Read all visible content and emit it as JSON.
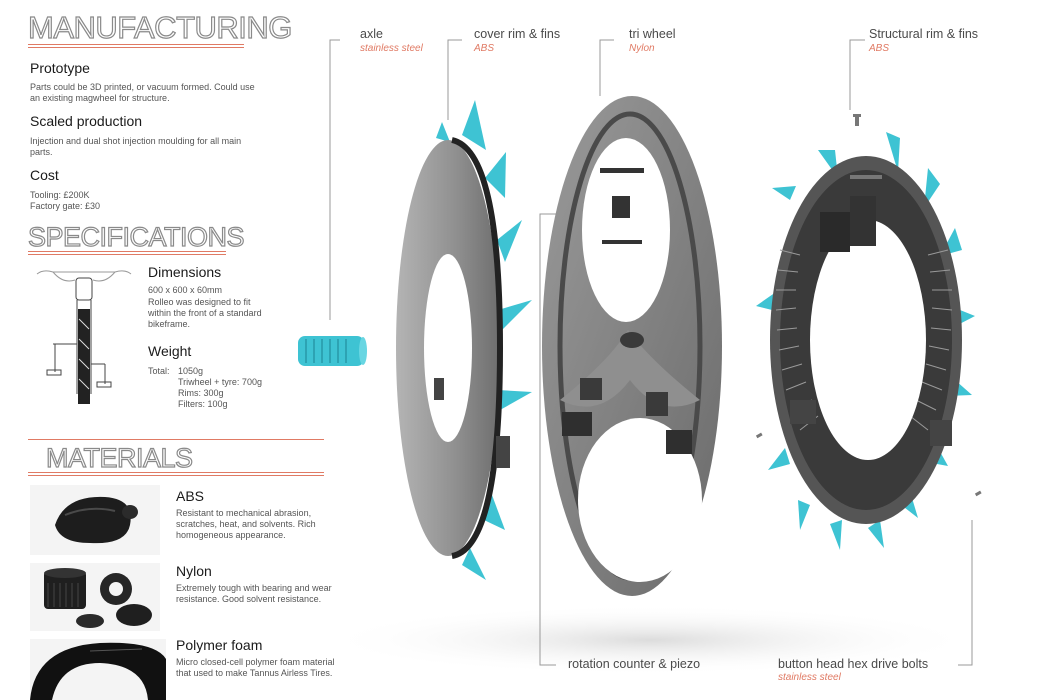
{
  "manufacturing": {
    "title": "MANUFACTURING",
    "prototype_heading": "Prototype",
    "prototype_text": "Parts could be 3D printed, or vacuum formed. Could use an existing magwheel for structure.",
    "scaled_heading": "Scaled production",
    "scaled_text": "Injection and dual shot injection moulding for all main parts.",
    "cost_heading": "Cost",
    "tooling": "Tooling: £200K",
    "factory_gate": "Factory gate: £30"
  },
  "specifications": {
    "title": "SPECIFICATIONS",
    "dimensions_heading": "Dimensions",
    "dimensions_value": "600 x 600 x 60mm",
    "dimensions_text": "Rolleo was designed to fit within the front of a standard bikeframe.",
    "weight_heading": "Weight",
    "total_label": "Total:",
    "weights": [
      "1050g",
      "Triwheel + tyre: 700g",
      "Rims: 300g",
      "Filters: 100g"
    ]
  },
  "materials": {
    "title": "MATERIALS",
    "items": [
      {
        "name": "ABS",
        "text": "Resistant to mechanical abrasion, scratches, heat, and solvents. Rich homogeneous appearance."
      },
      {
        "name": "Nylon",
        "text": "Extremely tough with bearing and wear resistance. Good solvent resistance."
      },
      {
        "name": "Polymer foam",
        "text": "Micro closed-cell polymer foam material that used to make Tannus Airless Tires."
      }
    ]
  },
  "callouts": {
    "axle": {
      "label": "axle",
      "material": "stainless steel"
    },
    "cover_rim": {
      "label": "cover rim & fins",
      "material": "ABS"
    },
    "tri_wheel": {
      "label": "tri wheel",
      "material": "Nylon"
    },
    "structural_rim": {
      "label": "Structural rim & fins",
      "material": "ABS"
    },
    "rotation_counter": {
      "label": "rotation counter & piezo"
    },
    "bolts": {
      "label": "button head hex drive bolts",
      "material": "stainless steel"
    }
  },
  "colors": {
    "accent": "#e07a64",
    "fin": "#3ec3d3",
    "grey": "#8d8d8d",
    "dark": "#3a3a3a"
  }
}
